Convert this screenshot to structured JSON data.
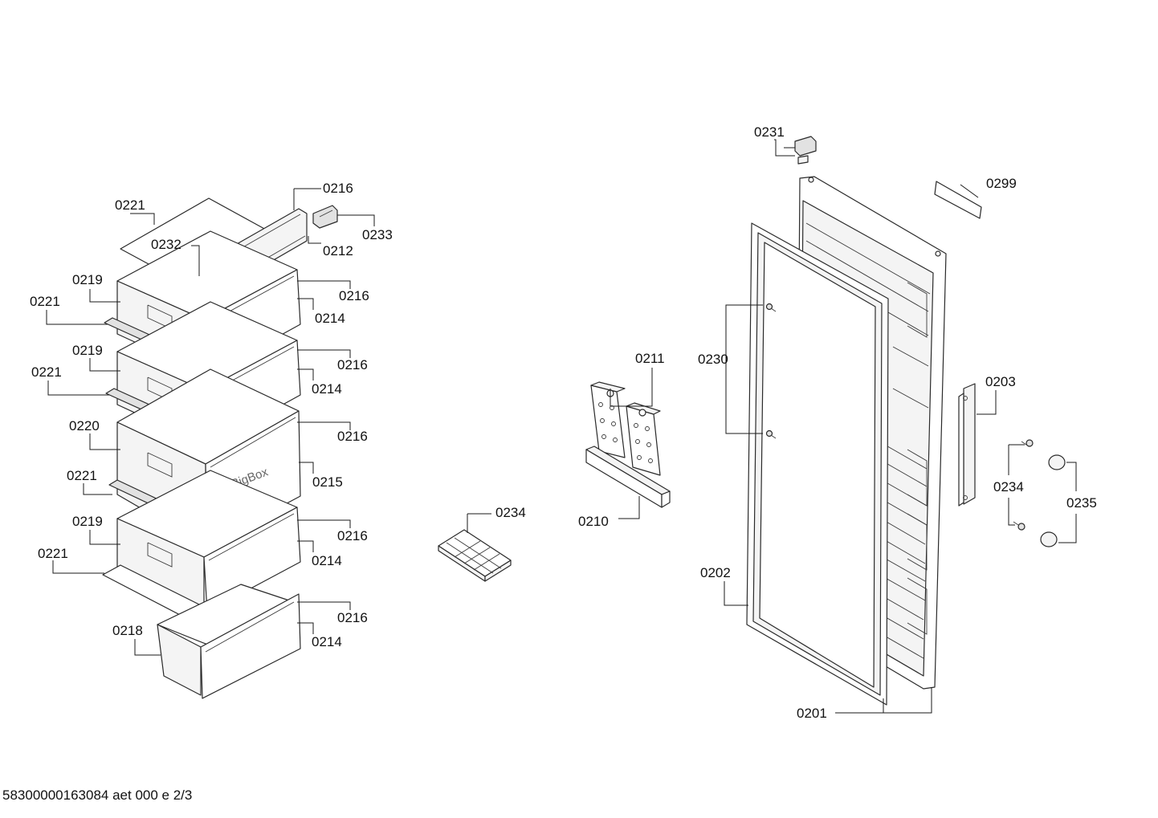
{
  "drawing_id": "58300000163084 aet 000 e 2/3",
  "brand_text": "BigBox",
  "callouts": {
    "c0221_top": "0221",
    "c0216_top": "0216",
    "c0233": "0233",
    "c0212": "0212",
    "c0232": "0232",
    "c0219_a": "0219",
    "c0221_a": "0221",
    "c0216_a": "0216",
    "c0214_a": "0214",
    "c0219_b": "0219",
    "c0221_b": "0221",
    "c0216_b": "0216",
    "c0214_b": "0214",
    "c0220": "0220",
    "c0216_c": "0216",
    "c0221_c": "0221",
    "c0215": "0215",
    "c0219_c": "0219",
    "c0216_d": "0216",
    "c0221_d": "0221",
    "c0214_c": "0214",
    "c0216_e": "0216",
    "c0218": "0218",
    "c0214_d": "0214",
    "c0234_tray": "0234",
    "c0211": "0211",
    "c0210": "0210",
    "c0231": "0231",
    "c0299": "0299",
    "c0230": "0230",
    "c0203": "0203",
    "c0234_screw": "0234",
    "c0235": "0235",
    "c0202": "0202",
    "c0201": "0201"
  }
}
